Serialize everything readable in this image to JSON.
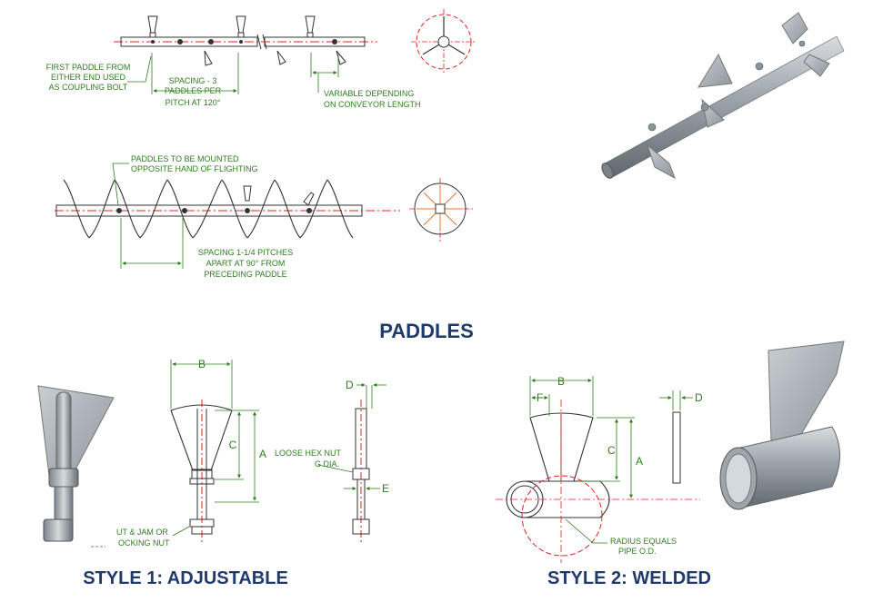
{
  "top": {
    "note_first_paddle": [
      "FIRST PADDLE FROM",
      "EITHER END USED",
      "AS COUPLING BOLT"
    ],
    "note_spacing3": [
      "SPACING - 3",
      "PADDLES PER",
      "PITCH AT 120°"
    ],
    "note_variable": [
      "VARIABLE DEPENDING",
      "ON CONVEYOR LENGTH"
    ]
  },
  "middle": {
    "note_mount": [
      "PADDLES TO BE MOUNTED",
      "OPPOSITE HAND OF FLIGHTING"
    ],
    "note_spacing": [
      "SPACING 1-1/4 PITCHES",
      "APART AT 90° FROM",
      "PRECEDING PADDLE"
    ]
  },
  "section_title": "PADDLES",
  "style1": {
    "title": "STYLE 1: ADJUSTABLE",
    "dims": {
      "b": "B",
      "c": "C",
      "a": "A",
      "d": "D",
      "e": "E"
    },
    "note_hex": [
      "LOOSE HEX NUT",
      "G DIA."
    ],
    "note_jam": [
      "UT & JAM OR",
      "OCKING NUT"
    ]
  },
  "style2": {
    "title": "STYLE 2: WELDED",
    "dims": {
      "b": "B",
      "f": "F",
      "c": "C",
      "a": "A",
      "d": "D"
    },
    "note_radius": [
      "RADIUS EQUALS",
      "PIPE O.D."
    ]
  },
  "colors": {
    "dim": "#2e7d1e",
    "centerline": "#e02020",
    "title": "#1f3a6b",
    "outline": "#333333"
  }
}
